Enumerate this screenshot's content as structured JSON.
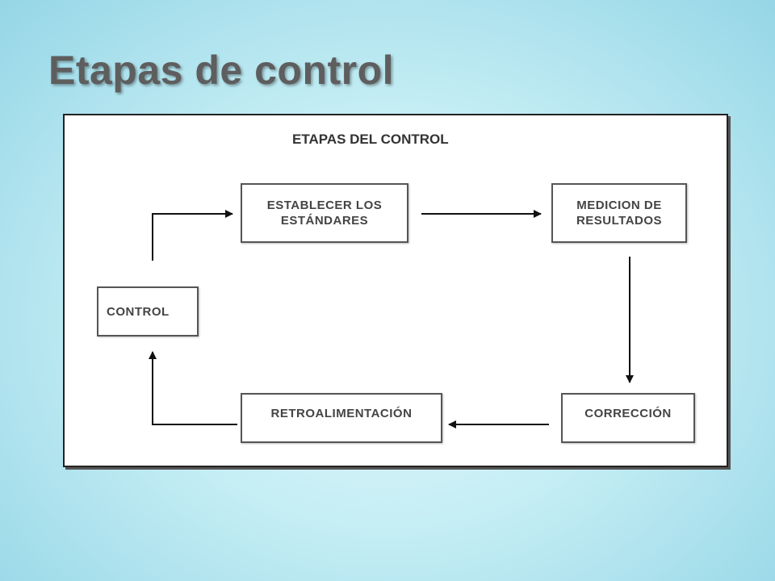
{
  "slide": {
    "title": "Etapas de control"
  },
  "diagram": {
    "title": "ETAPAS DEL CONTROL",
    "nodes": {
      "establecer": "ESTABLECER LOS\nESTÁNDARES",
      "medicion": "MEDICION DE\nRESULTADOS",
      "correccion": "CORRECCIÓN",
      "retroalimentacion": "RETROALIMENTACIÓN",
      "control": "CONTROL"
    },
    "colors": {
      "background": "#c6eef5",
      "title": "#5e5e5e",
      "box_border": "#555555",
      "arrow": "#111111"
    }
  }
}
